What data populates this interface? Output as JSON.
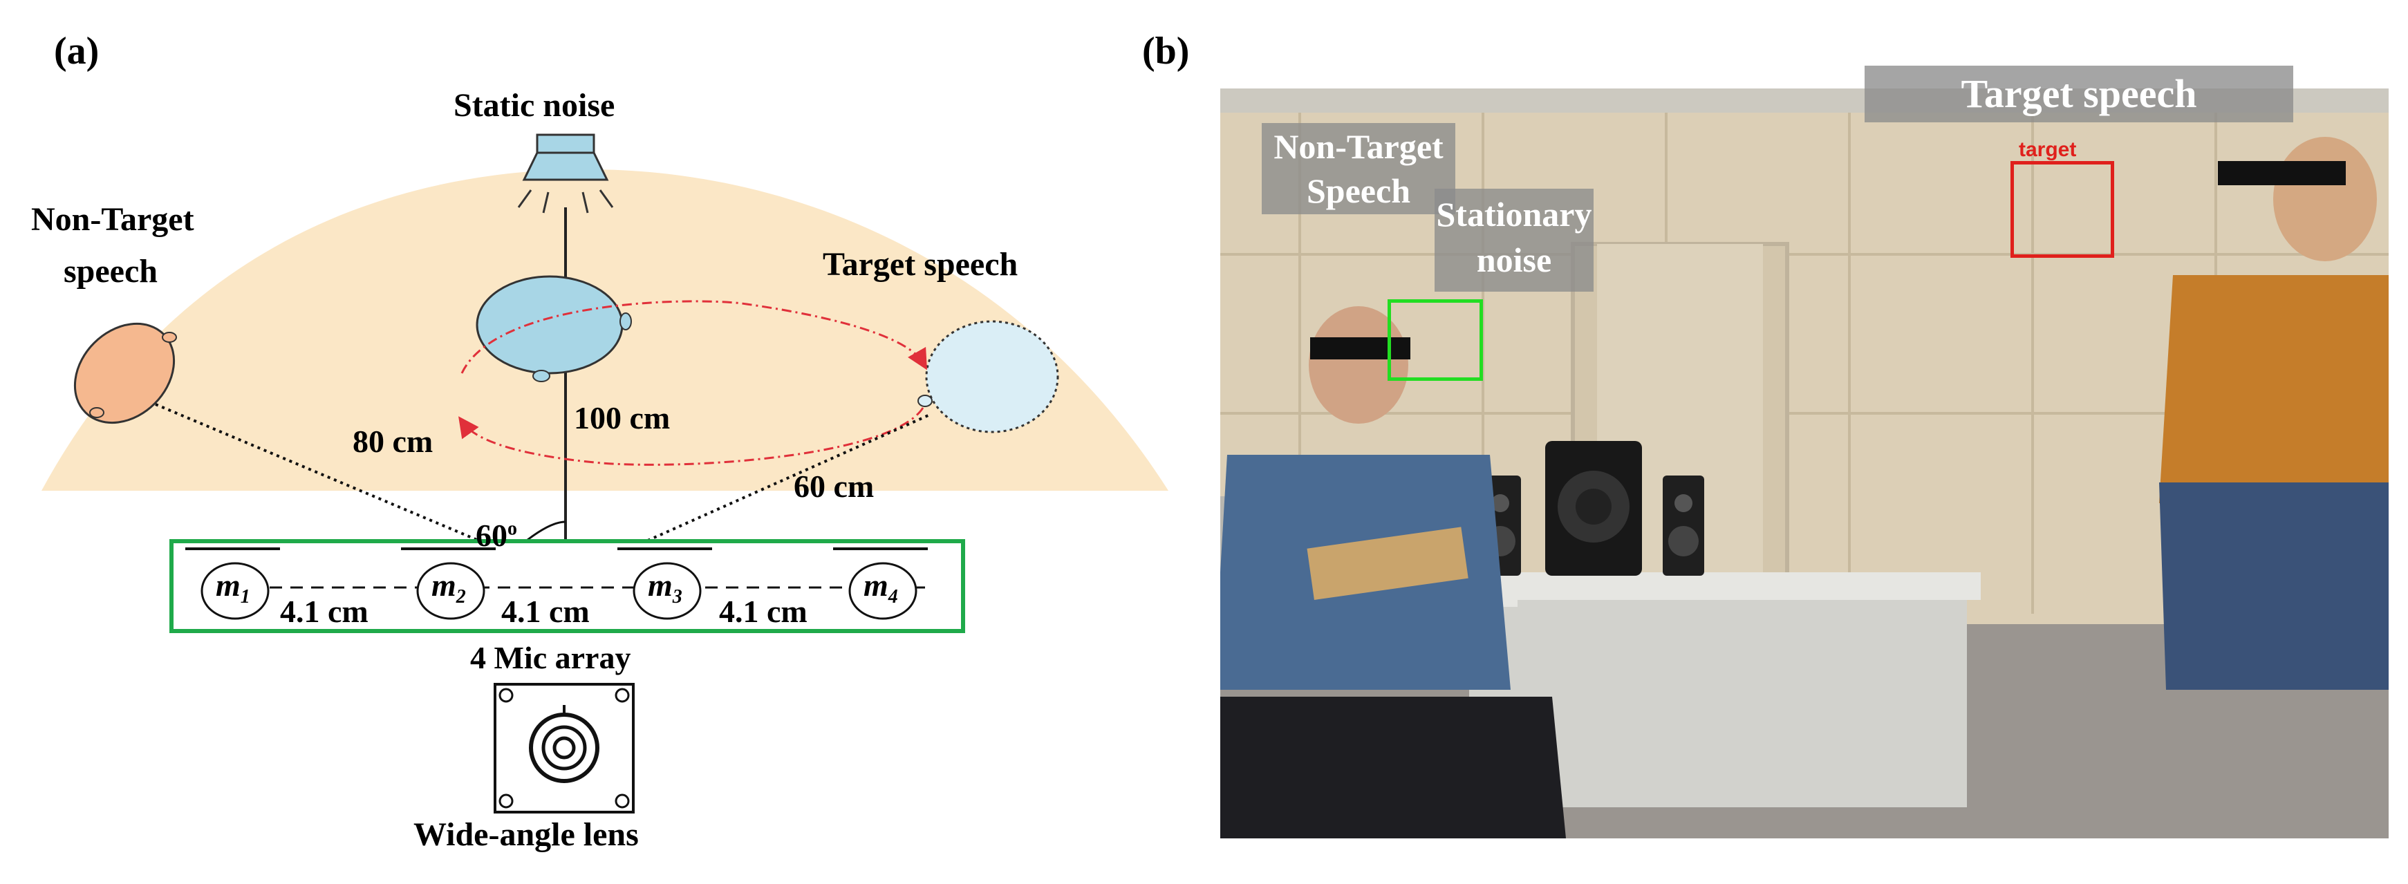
{
  "panel_a": {
    "label": "(a)",
    "static_noise": "Static noise",
    "non_target_l1": "Non-Target",
    "non_target_l2": "speech",
    "target_speech": "Target speech",
    "d_80": "80 cm",
    "d_100": "100 cm",
    "d_60": "60 cm",
    "angle": "60",
    "angle_sup": "o",
    "mics": [
      "m",
      "m",
      "m",
      "m"
    ],
    "mic_subs": [
      "1",
      "2",
      "3",
      "4"
    ],
    "spacing": [
      "4.1 cm",
      "4.1 cm",
      "4.1 cm"
    ],
    "array_label": "4 Mic array",
    "lens_label": "Wide-angle lens",
    "colors": {
      "fan": "#fbe7c6",
      "array_box": "#1faa4a",
      "target_head": "#daeef6",
      "non_target_head": "#f5b88f",
      "center_head": "#a8d6e6",
      "dashdot": "#e0303a"
    }
  },
  "panel_b": {
    "label": "(b)",
    "target_speech": "Target speech",
    "target_tag": "target",
    "non_target_l1": "Non-Target",
    "non_target_l2": "Speech",
    "stationary_l1": "Stationary",
    "stationary_l2": "noise",
    "colors": {
      "target_box": "#e0201c",
      "nontarget_box": "#22dd22"
    }
  }
}
